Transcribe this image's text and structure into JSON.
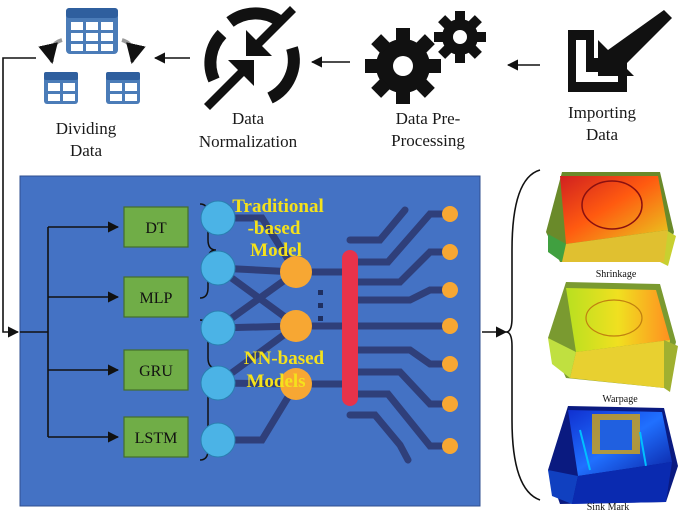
{
  "pipeline": {
    "importing": {
      "line1": "Importing",
      "line2": "Data"
    },
    "preprocessing": {
      "line1": "Data Pre-",
      "line2": "Processing"
    },
    "normalization": {
      "line1": "Data",
      "line2": "Normalization"
    },
    "dividing": {
      "line1": "Dividing",
      "line2": "Data"
    }
  },
  "models": [
    "DT",
    "MLP",
    "GRU",
    "LSTM"
  ],
  "groups": {
    "traditional": {
      "line1": "Traditional",
      "line2": "-based",
      "line3": "Model"
    },
    "nn": {
      "line1": "NN-based",
      "line2": "Models"
    }
  },
  "results": [
    "Shrinkage",
    "Warpage",
    "Sink Mark"
  ],
  "colors": {
    "panel": "#4472c4",
    "model_box": "#70ad47",
    "input_node": "#4bb3e6",
    "hidden_node": "#f7a733",
    "bar": "#e8334a",
    "wire": "#2f3f7a",
    "icon": "#111111",
    "table_icon": "#4b7cb8",
    "highlight_text": "#f5e21b"
  },
  "icons": [
    "import-icon",
    "gears-icon",
    "sync-icon",
    "split-table-icon"
  ]
}
